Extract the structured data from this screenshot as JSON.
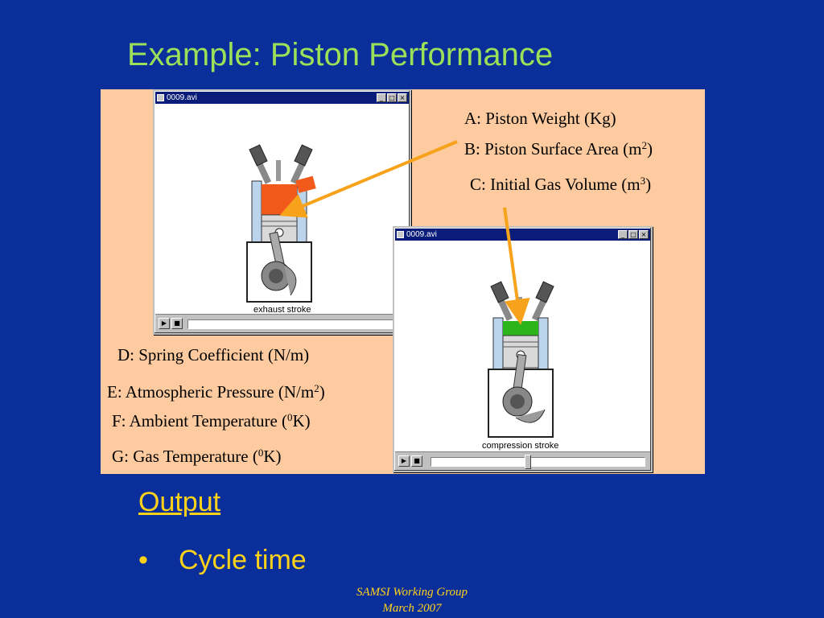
{
  "slide": {
    "title": "Example:  Piston Performance",
    "output_label": "Output",
    "bullet_marker": "•",
    "bullet_text": "Cycle time",
    "footer_line1": "SAMSI Working Group",
    "footer_line2": "March 2007"
  },
  "window1": {
    "title": "0009.avi",
    "caption": "exhaust stroke",
    "minimize_glyph": "_",
    "maximize_glyph": "□",
    "close_glyph": "×",
    "play_glyph": "▶",
    "stop_glyph": "■",
    "fill_color": "#f25a1c"
  },
  "window2": {
    "title": "0009.avi",
    "caption": "compression stroke",
    "minimize_glyph": "_",
    "maximize_glyph": "□",
    "close_glyph": "×",
    "play_glyph": "▶",
    "stop_glyph": "■",
    "fill_color": "#2bb51a",
    "slider_position_fraction": 0.45
  },
  "parameters": {
    "a": {
      "text": "A: Piston Weight (Kg)"
    },
    "b": {
      "text": "B: Piston Surface Area (m",
      "sup": "2",
      "tail": ")"
    },
    "c": {
      "text": "C: Initial Gas Volume (m",
      "sup": "3",
      "tail": ")"
    },
    "d": {
      "text": "D: Spring Coefficient (N/m)"
    },
    "e": {
      "text": "E: Atmospheric Pressure (N/m",
      "sup": "2",
      "tail": ")"
    },
    "f": {
      "text": "F: Ambient Temperature (",
      "sup": "0",
      "tail": "K)"
    },
    "g": {
      "text": "G: Gas Temperature (",
      "sup": "0",
      "tail": "K)"
    }
  },
  "colors": {
    "background": "#0a2e9a",
    "title": "#9ce05a",
    "panel": "#fdcb9f",
    "accent_text": "#ffd21a",
    "arrow": "#f7a21b"
  }
}
